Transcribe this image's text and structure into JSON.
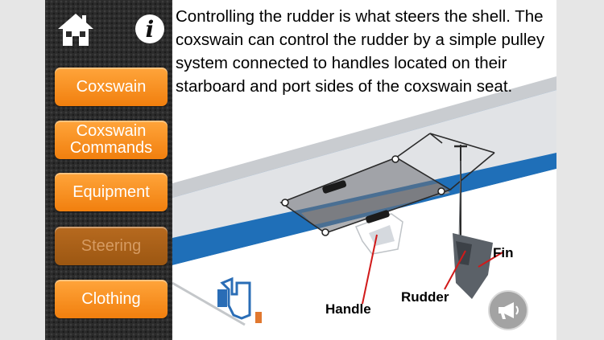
{
  "sidebar": {
    "menu": [
      {
        "label": "Coxswain",
        "state": "enabled"
      },
      {
        "label": "Coxswain\nCommands",
        "state": "enabled"
      },
      {
        "label": "Equipment",
        "state": "enabled"
      },
      {
        "label": "Steering",
        "state": "selected"
      },
      {
        "label": "Clothing",
        "state": "enabled"
      }
    ],
    "icons": {
      "home": "home-icon",
      "info": "info-icon"
    }
  },
  "content": {
    "description": "Controlling the rudder is what steers the shell. The coxswain can control the rudder by a simple pulley system connected to handles located on their starboard and port sides of the coxswain seat.",
    "diagram_labels": {
      "handle": "Handle",
      "rudder": "Rudder",
      "fin": "Fin"
    }
  },
  "audio": {
    "icon": "megaphone-icon"
  },
  "colors": {
    "accent": "#f7931e",
    "hull": "#1f6fb8",
    "deck": "#d9dcdf"
  }
}
